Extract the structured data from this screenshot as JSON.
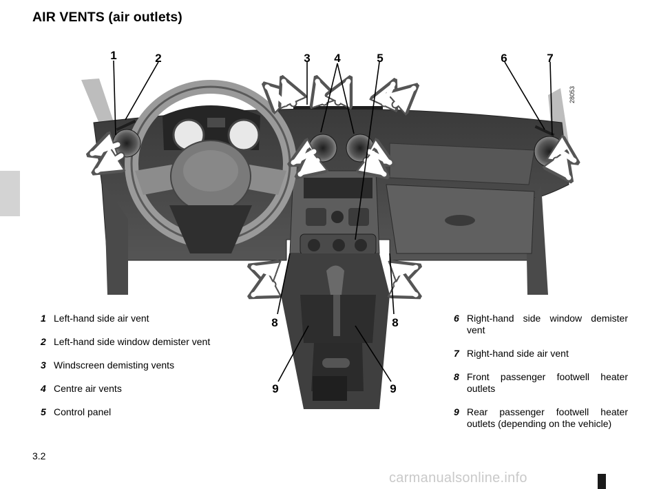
{
  "title": "AIR VENTS (air outlets)",
  "page_number": "3.2",
  "figure_reference": "28053",
  "watermark": "carmanualsonline.info",
  "callouts": [
    "1",
    "2",
    "3",
    "4",
    "5",
    "6",
    "7",
    "8",
    "8",
    "9",
    "9"
  ],
  "legend_left": [
    {
      "num": "1",
      "text": "Left-hand side air vent"
    },
    {
      "num": "2",
      "text": "Left-hand side window demister vent"
    },
    {
      "num": "3",
      "text": "Windscreen demisting vents"
    },
    {
      "num": "4",
      "text": "Centre air vents"
    },
    {
      "num": "5",
      "text": "Control panel"
    }
  ],
  "legend_right": [
    {
      "num": "6",
      "text": "Right-hand side window demister vent"
    },
    {
      "num": "7",
      "text": "Right-hand side air vent"
    },
    {
      "num": "8",
      "text": "Front passenger footwell heater outlets"
    },
    {
      "num": "9",
      "text": "Rear passenger footwell heater outlets (depending on the vehicle)"
    }
  ],
  "icons": {
    "airflow": "airflow-arrow-icon",
    "vent": "round-air-vent-icon"
  }
}
